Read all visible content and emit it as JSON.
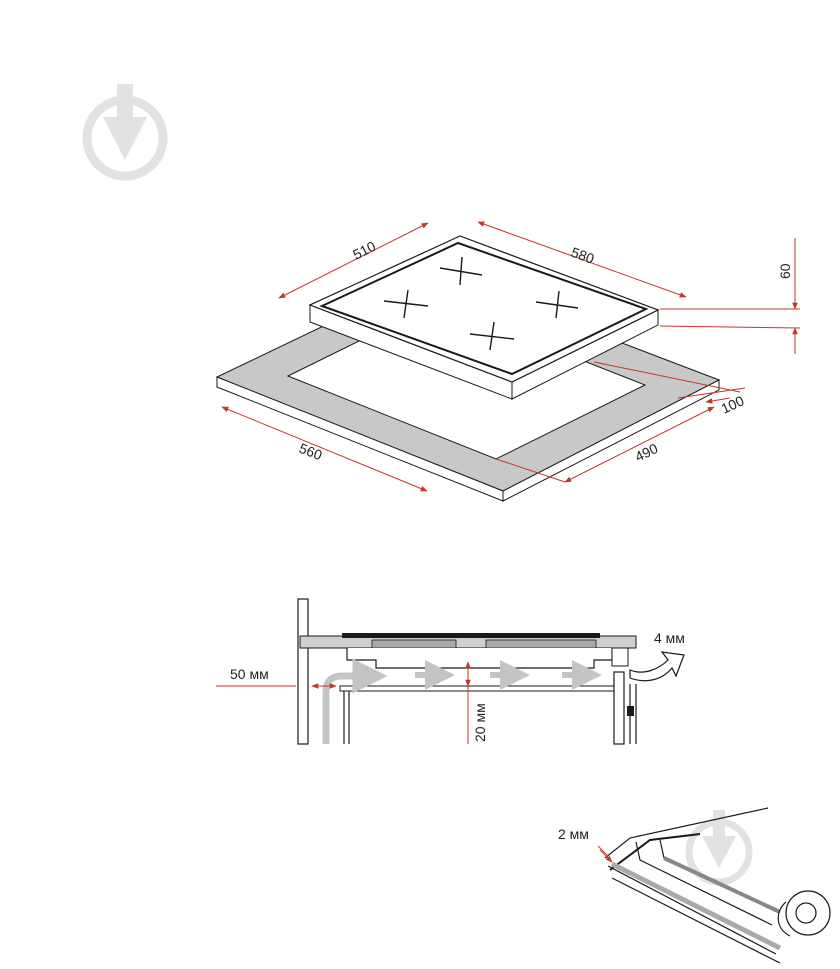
{
  "diagram1": {
    "dim_510": "510",
    "dim_580": "580",
    "dim_60": "60",
    "dim_100": "100",
    "dim_560": "560",
    "dim_490": "490"
  },
  "diagram2": {
    "dim_50": "50 мм",
    "dim_4": "4 мм",
    "dim_20": "20 мм"
  },
  "diagram3": {
    "dim_2": "2 мм"
  },
  "colors": {
    "dimension": "#c0392b",
    "countertop": "#c8c8c8",
    "airflow": "#c4c4c4",
    "watermark": "#e2e2e2"
  },
  "icons": {
    "watermark": "logo-watermark-icon"
  }
}
